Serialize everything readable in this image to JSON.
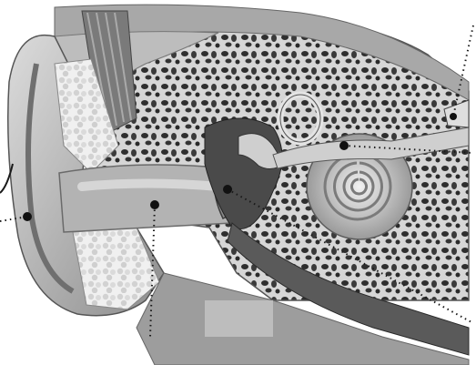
{
  "diagram": {
    "subject": "ear-cross-section",
    "colors": {
      "background": "#ffffff",
      "outer_skin": "#c9c9c9",
      "skin_shadow": "#8e8e8e",
      "bone_dark": "#3a3a3a",
      "bone_light": "#d8d8d8",
      "fat_tissue": "#e6e6e6",
      "canal": "#a9a9a9",
      "cochlea": "#bdbdbd",
      "leader_line": "#1a1a1a",
      "marker_dot": "#111111"
    },
    "markers": [
      {
        "name": "outer-ear-marker"
      },
      {
        "name": "ear-canal-marker"
      },
      {
        "name": "eardrum-marker"
      },
      {
        "name": "cochlea-marker"
      },
      {
        "name": "nerve-marker"
      }
    ]
  },
  "caption": {
    "text": ""
  }
}
